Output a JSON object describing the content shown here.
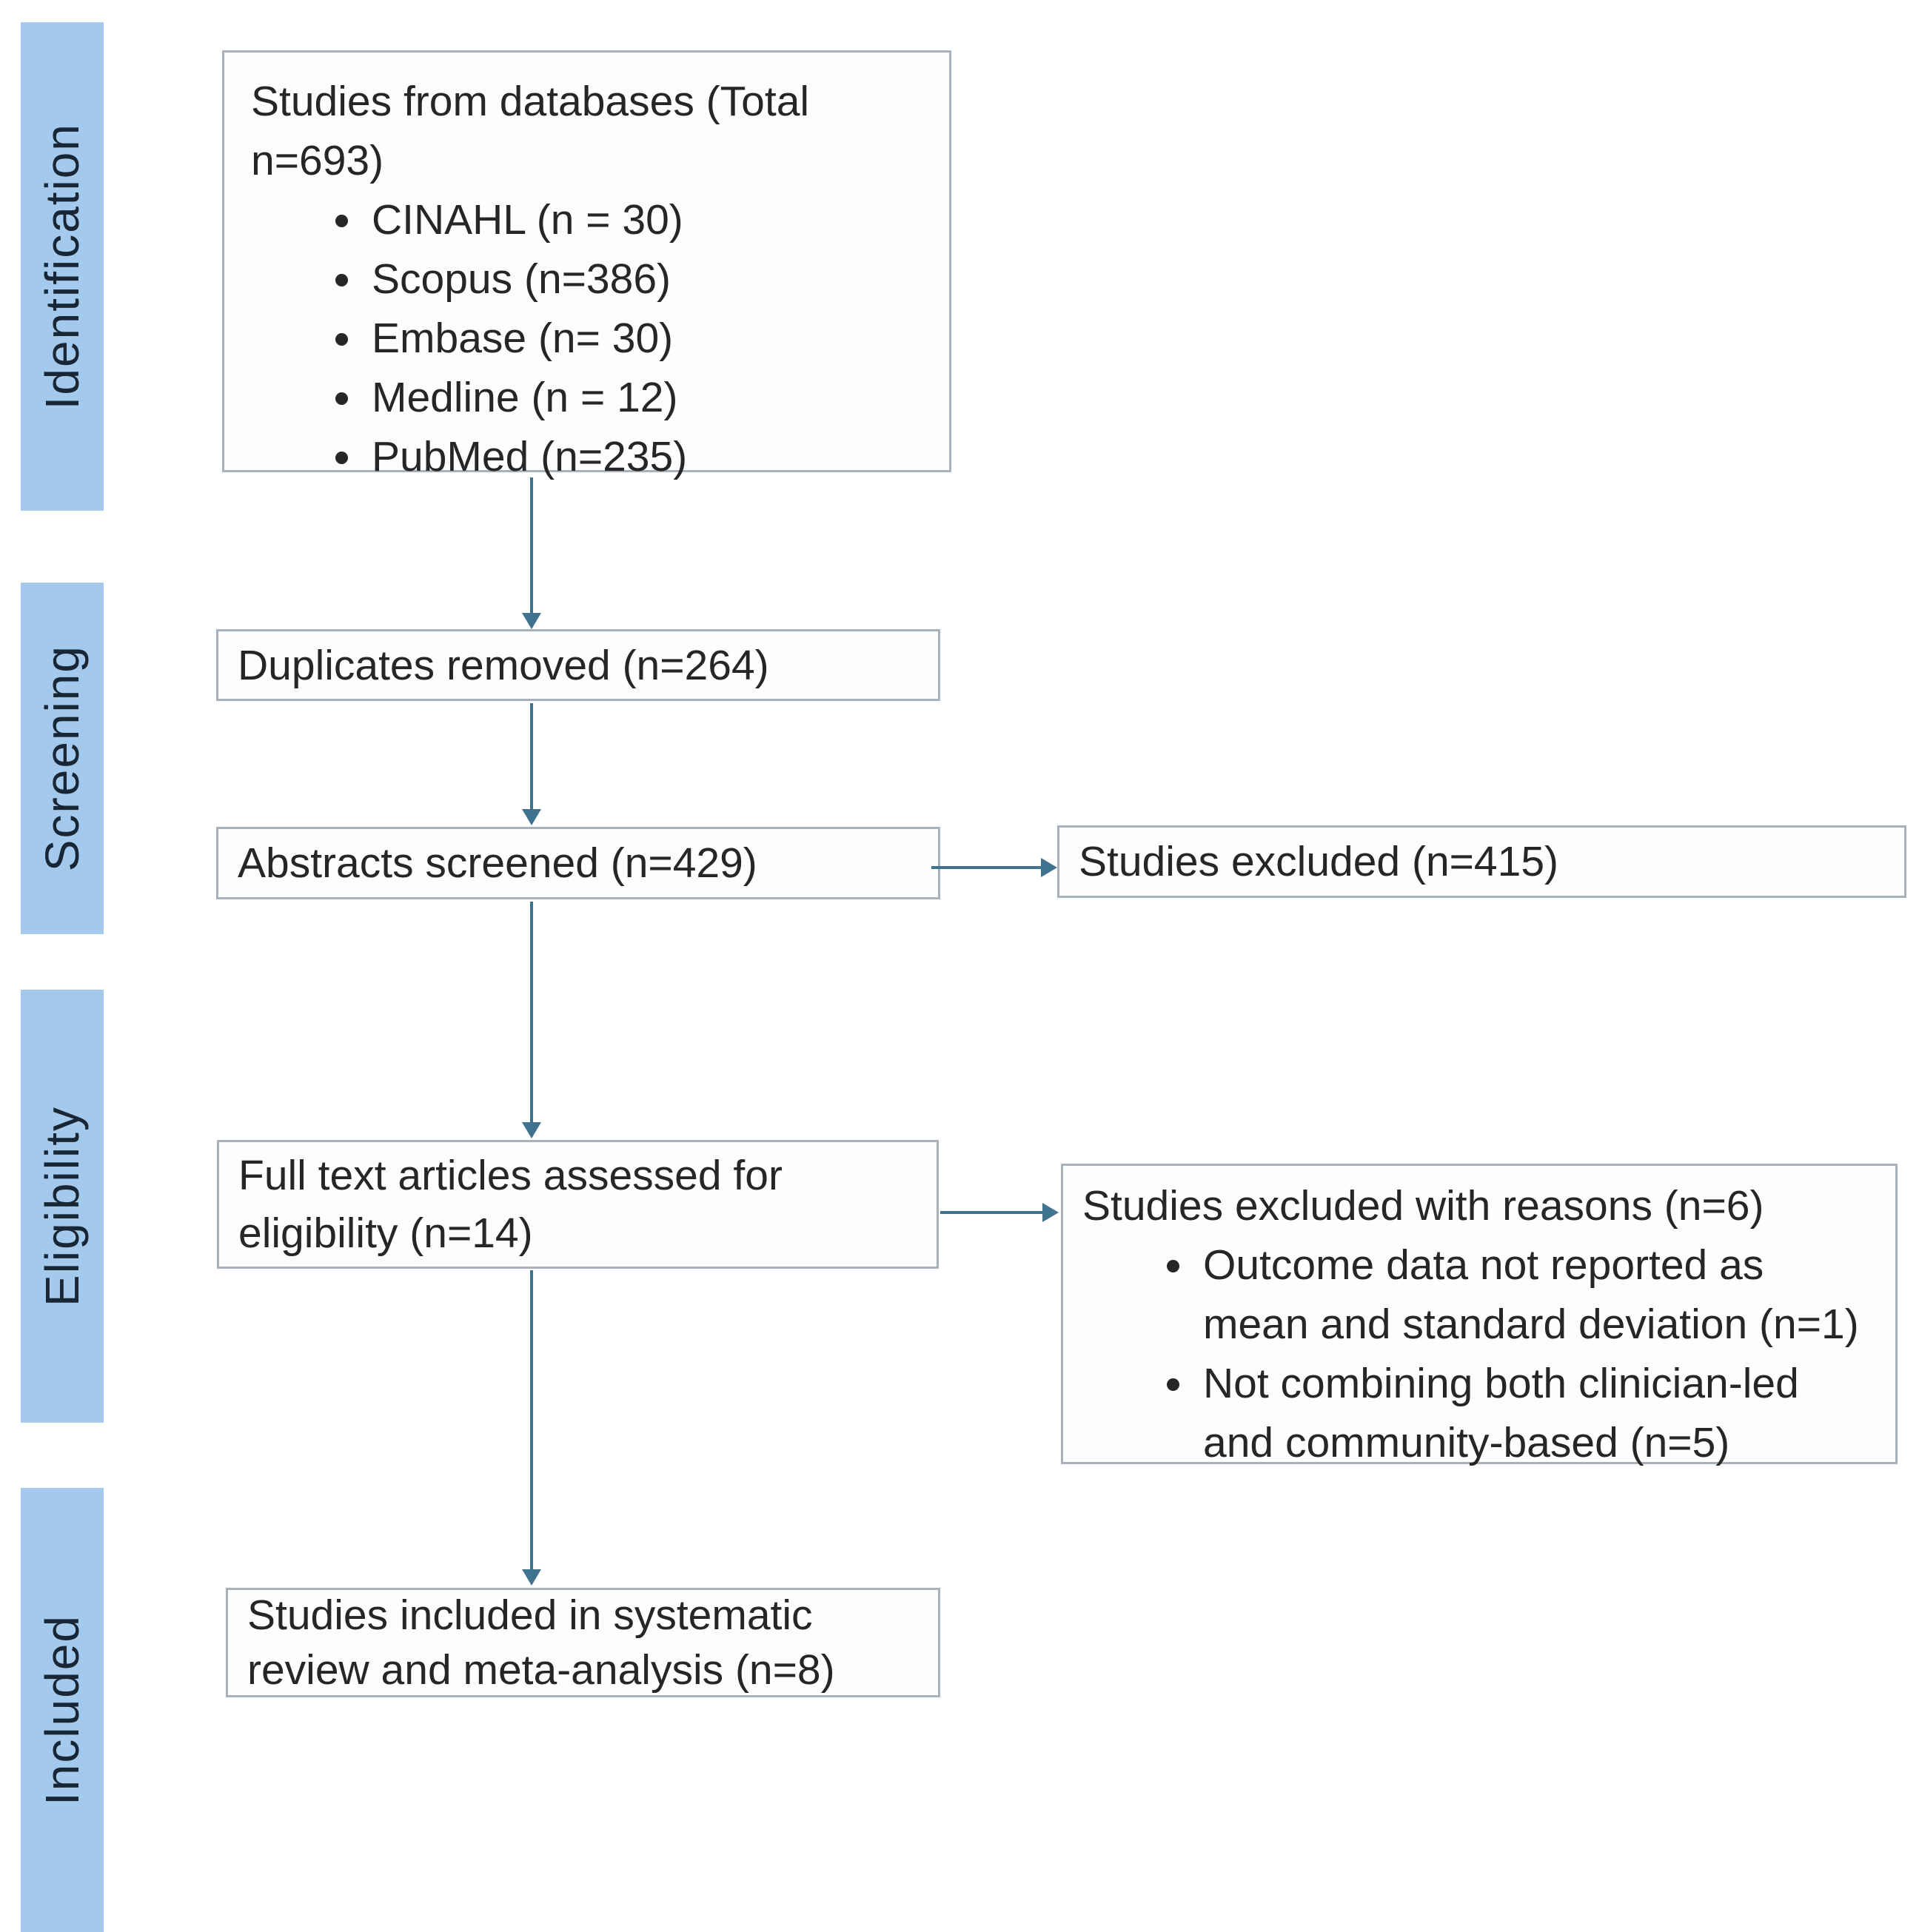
{
  "palette": {
    "bar_fill": "#a3c9ec",
    "bar_text": "#182635",
    "box_border": "#a9b2ba",
    "arrow_color": "#3f7390",
    "text_color": "#262626"
  },
  "stages": {
    "identification": "Identification",
    "screening": "Screening",
    "eligibility": "Eligibility",
    "included": "Included"
  },
  "boxes": {
    "databases": {
      "title": "Studies from databases (Total n=693)",
      "items": [
        "CINAHL (n = 30)",
        "Scopus (n=386)",
        "Embase (n= 30)",
        "Medline (n = 12)",
        "PubMed (n=235)"
      ]
    },
    "duplicates": {
      "text": "Duplicates removed (n=264)"
    },
    "abstracts": {
      "text": "Abstracts screened (n=429)"
    },
    "excluded": {
      "text": "Studies excluded (n=415)"
    },
    "fulltext": {
      "text": "Full text articles assessed for eligibility (n=14)"
    },
    "reasons": {
      "title": "Studies excluded with reasons (n=6)",
      "items": [
        "Outcome data not reported as mean and standard deviation (n=1)",
        "Not combining both clinician-led and community-based (n=5)"
      ]
    },
    "included": {
      "text": "Studies included in systematic review and meta-analysis (n=8)"
    }
  }
}
